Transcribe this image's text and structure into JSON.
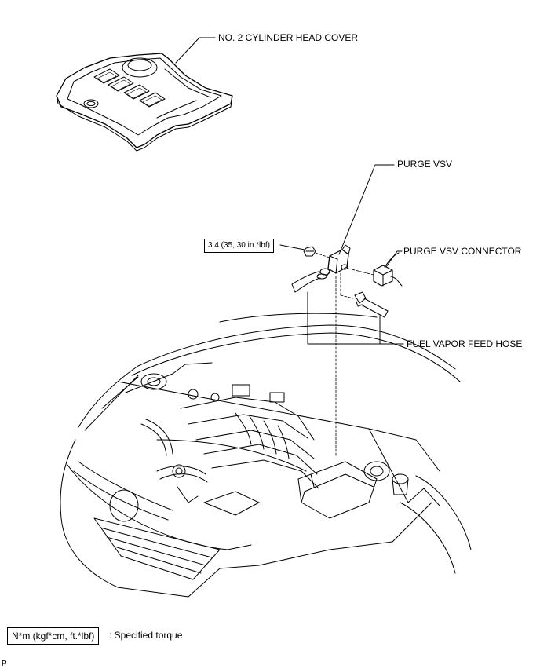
{
  "labels": {
    "head_cover": "NO. 2 CYLINDER HEAD COVER",
    "purge_vsv": "PURGE VSV",
    "purge_vsv_connector": "PURGE VSV CONNECTOR",
    "fuel_vapor_feed_hose": "FUEL VAPOR FEED HOSE",
    "torque_value": "3.4 (35, 30 in.*lbf)"
  },
  "legend": {
    "unit_box": "N*m (kgf*cm, ft.*lbf)",
    "description": ": Specified torque"
  },
  "footer": {
    "corner_letter": "P"
  }
}
